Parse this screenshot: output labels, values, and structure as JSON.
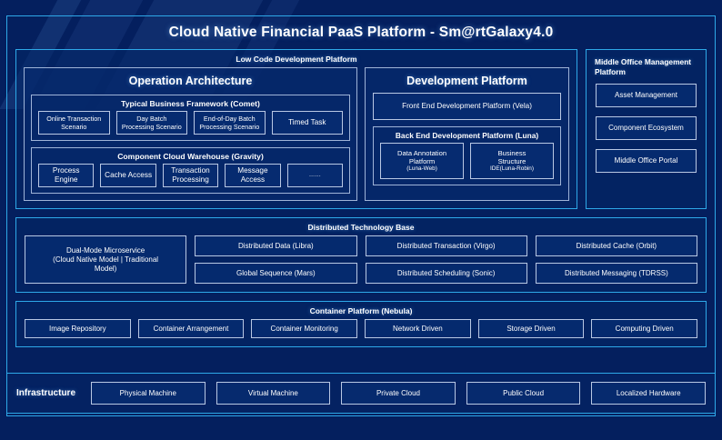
{
  "header": {
    "title": "Cloud Native Financial PaaS Platform - Sm@rtGalaxy4.0"
  },
  "low_code": {
    "title": "Low Code Development Platform",
    "operation_architecture": {
      "title": "Operation Architecture",
      "groups": [
        {
          "title": "Typical Business Framework (Comet)",
          "items": [
            "Online Transaction Scenario",
            "Day Batch Processing Scenario",
            "End-of-Day Batch Processing Scenario",
            "Timed Task"
          ]
        },
        {
          "title": "Component Cloud Warehouse (Gravity)",
          "items": [
            "Process Engine",
            "Cache Access",
            "Transaction Processing",
            "Message Access",
            "……"
          ]
        }
      ]
    },
    "development_platform": {
      "title": "Development Platform",
      "front_end": "Front End Development Platform (Vela)",
      "back_end": {
        "title": "Back End Development Platform (Luna)",
        "items": [
          {
            "line1": "Data Annotation",
            "line2": "Platform",
            "line3": "(Luna-Web)"
          },
          {
            "line1": "Business",
            "line2": "Structure",
            "line3": "IDE(Luna-Robin)"
          }
        ]
      }
    }
  },
  "middle_office": {
    "title": "Middle Office Management Platform",
    "items": [
      "Asset Management",
      "Component Ecosystem",
      "Middle Office Portal"
    ]
  },
  "distributed_technology_base": {
    "title": "Distributed Technology Base",
    "wide_item": {
      "line1": "Dual-Mode Microservice",
      "line2": "(Cloud Native Model | Traditional",
      "line3": "Model)"
    },
    "column_1": [
      "Distributed Data (Libra)",
      "Global Sequence (Mars)"
    ],
    "column_2": [
      "Distributed Transaction (Virgo)",
      "Distributed Scheduling (Sonic)"
    ],
    "column_3": [
      "Distributed Cache (Orbit)",
      "Distributed Messaging (TDRSS)"
    ]
  },
  "container_platform": {
    "title": "Container Platform (Nebula)",
    "items": [
      "Image Repository",
      "Container Arrangement",
      "Container Monitoring",
      "Network Driven",
      "Storage Driven",
      "Computing Driven"
    ]
  },
  "infrastructure": {
    "label": "Infrastructure",
    "items": [
      "Physical Machine",
      "Virtual Machine",
      "Private Cloud",
      "Public Cloud",
      "Localized Hardware"
    ]
  },
  "colors": {
    "background": "#041f5e",
    "accent_border": "#2ea8e8",
    "panel_border": "#9fb4d8",
    "text": "#ffffff"
  }
}
